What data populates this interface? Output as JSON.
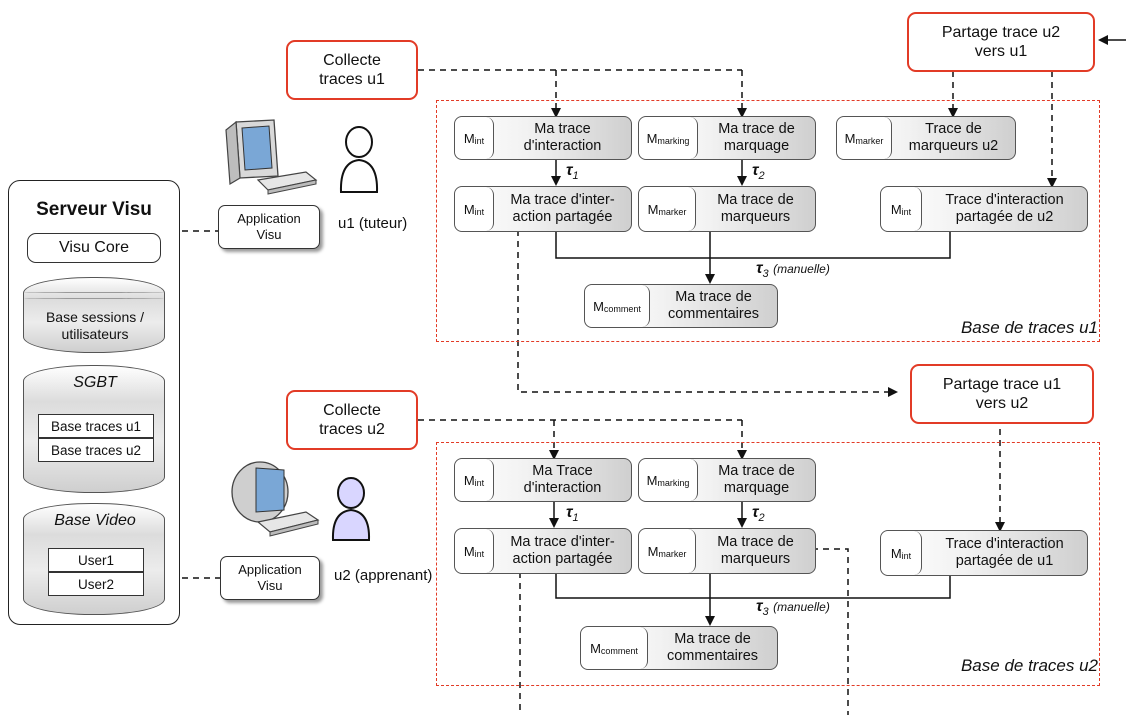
{
  "server": {
    "title": "Serveur Visu",
    "core": "Visu Core",
    "db_sessions": "Base sessions / utilisateurs",
    "sgbt": "SGBT",
    "sgbt_items": [
      "Base traces u1",
      "Base traces u2"
    ],
    "video": "Base Video",
    "video_items": [
      "User1",
      "User2"
    ]
  },
  "processes": {
    "collect_u1": "Collecte traces u1",
    "collect_u2": "Collecte traces u2",
    "share_u2_u1": "Partage trace u2 vers u1",
    "share_u1_u2": "Partage trace u1 vers u2"
  },
  "apps": {
    "app1": "Application Visu",
    "app2": "Application Visu",
    "user1": "u1 (tuteur)",
    "user2": "u2 (apprenant)"
  },
  "base_u1": {
    "label": "Base de traces u1",
    "nodes": [
      {
        "model": "M",
        "sub": "int",
        "name": "Ma trace d'interaction"
      },
      {
        "model": "M",
        "sub": "marking",
        "name": "Ma trace de marquage"
      },
      {
        "model": "M",
        "sub": "marker",
        "name": "Trace de marqueurs u2"
      },
      {
        "model": "M",
        "sub": "int",
        "name": "Ma trace d'inter-action partagée"
      },
      {
        "model": "M",
        "sub": "marker",
        "name": "Ma trace de marqueurs"
      },
      {
        "model": "M",
        "sub": "int",
        "name": "Trace d'interaction partagée de u2"
      },
      {
        "model": "M",
        "sub": "comment",
        "name": "Ma trace de commentaires"
      }
    ],
    "tau1": "τ",
    "tau1_sub": "1",
    "tau2": "τ",
    "tau2_sub": "2",
    "tau3": "τ",
    "tau3_sub": "3",
    "tau3_note": "(manuelle)"
  },
  "base_u2": {
    "label": "Base de traces u2",
    "nodes": [
      {
        "model": "M",
        "sub": "int",
        "name": "Ma Trace d'interaction"
      },
      {
        "model": "M",
        "sub": "marking",
        "name": "Ma trace de marquage"
      },
      {
        "model": "M",
        "sub": "int",
        "name": "Ma trace d'inter-action partagée"
      },
      {
        "model": "M",
        "sub": "marker",
        "name": "Ma trace de marqueurs"
      },
      {
        "model": "M",
        "sub": "int",
        "name": "Trace d'interaction partagée de u1"
      },
      {
        "model": "M",
        "sub": "comment",
        "name": "Ma trace de commentaires"
      }
    ],
    "tau1": "τ",
    "tau1_sub": "1",
    "tau2": "τ",
    "tau2_sub": "2",
    "tau3": "τ",
    "tau3_sub": "3",
    "tau3_note": "(manuelle)"
  }
}
